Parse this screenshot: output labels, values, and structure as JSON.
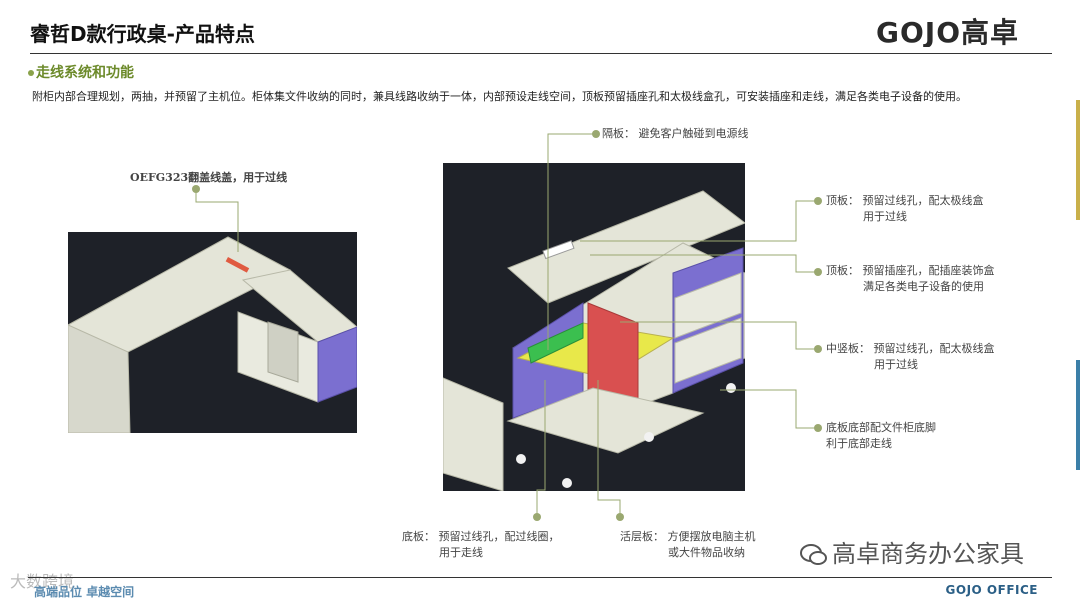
{
  "header": {
    "title": "睿哲D款行政桌-产品特点",
    "logo_text": "GOJO高卓"
  },
  "section": {
    "heading": "走线系统和功能",
    "description": "附柜内部合理规划，两抽，并预留了主机位。柜体集文件收纳的同时，兼具线路收纳于一体，内部预设走线空间，顶板预留插座孔和太极线盒孔，可安装插座和走线，满足各类电子设备的使用。"
  },
  "callouts": {
    "cover": "OEFG323翻盖线盖，用于过线",
    "partition": "隔板：  避免客户触碰到电源线",
    "top1_line1": "顶板：  预留过线孔，配太极线盒",
    "top1_line2": "用于过线",
    "top2_line1": "顶板：  预留插座孔，配插座装饰盒",
    "top2_line2": "满足各类电子设备的使用",
    "mid_line1": "中竖板：  预留过线孔，配太极线盒",
    "mid_line2": "用于过线",
    "bottom_right_line1": "底板底部配文件柜底脚",
    "bottom_right_line2": "利于底部走线",
    "bottom_left_line1": "底板：  预留过线孔，配过线圈，",
    "bottom_left_line2": "用于走线",
    "shelf_line1": "活层板：  方便摆放电脑主机",
    "shelf_line2": "或大件物品收纳"
  },
  "footer": {
    "left": "高端品位  卓越空间",
    "right": "GOJO OFFICE",
    "watermark": "高卓商务办公家具",
    "watermark2": "大数跨境"
  },
  "colors": {
    "accent_green": "#6c8a2a",
    "footer_blue": "#2b5f86",
    "panel_dark": "#1e2128",
    "panel_light": "#e4e5d8",
    "panel_violet": "#7b6fd0",
    "panel_red": "#d95050",
    "panel_yellow": "#e8e84a",
    "panel_green": "#3bbf4f"
  }
}
